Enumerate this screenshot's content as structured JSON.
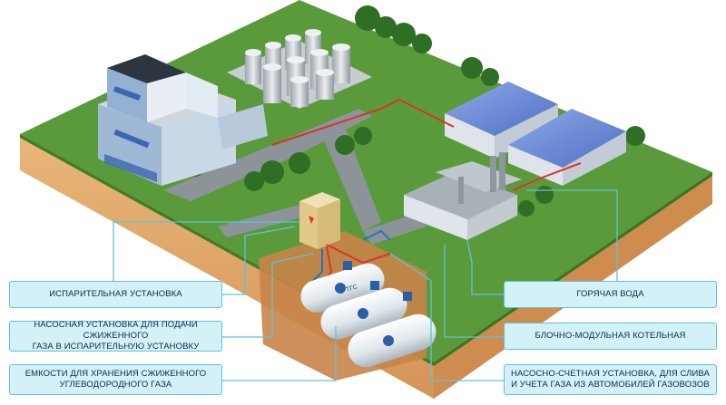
{
  "labels": {
    "evaporator": "ИСПАРИТЕЛЬНАЯ УСТАНОВКА",
    "pump_unit": "НАСОСНАЯ УСТАНОВКА ДЛЯ ПОДАЧИ СЖИЖЕННОГО\nГАЗА В ИСПАРИТЕЛЬНУЮ УСТАНОВКУ",
    "storage_tanks": "ЕМКОСТИ ДЛЯ ХРАНЕНИЯ СЖИЖЕННОГО\nУГЛЕВОДОРОДНОГО ГАЗА",
    "hot_water": "ГОРЯЧАЯ ВОДА",
    "boiler": "БЛОЧНО-МОДУЛЬНАЯ КОТЕЛЬНАЯ",
    "metering_unit": "НАСОСНО-СЧЕТНАЯ УСТАНОВКА, ДЛЯ СЛИВА\nИ УЧЕТА ГАЗА ИЗ АВТОМОБИЛЕЙ ГАЗОВОЗОВ"
  },
  "tank_logo": "ТГС",
  "colors": {
    "grass": "#5a9a3a",
    "soil": "#e0a868",
    "label_fill": "#d3f1f7",
    "label_border": "#5ec3dc",
    "pipe": "#d9342b",
    "leader": "#5ec3dc"
  }
}
